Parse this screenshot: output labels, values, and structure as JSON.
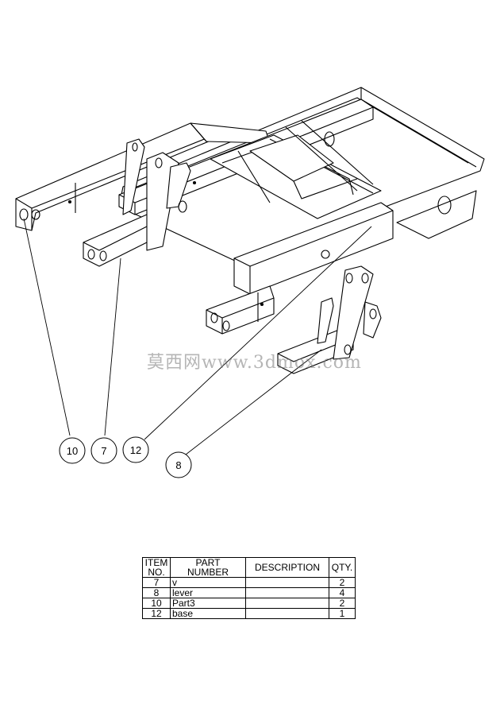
{
  "watermark": "莫西网www.3dmox.com",
  "balloons": [
    {
      "label": "10"
    },
    {
      "label": "7"
    },
    {
      "label": "12"
    },
    {
      "label": "8"
    }
  ],
  "bom": {
    "headers": {
      "item_line1": "ITEM",
      "item_line2": "NO.",
      "part_line1": "PART",
      "part_line2": "NUMBER",
      "description": "DESCRIPTION",
      "qty": "QTY."
    },
    "rows": [
      {
        "item": "7",
        "part": "v",
        "description": "",
        "qty": "2"
      },
      {
        "item": "8",
        "part": "lever",
        "description": "",
        "qty": "4"
      },
      {
        "item": "10",
        "part": "Part3",
        "description": "",
        "qty": "2"
      },
      {
        "item": "12",
        "part": "base",
        "description": "",
        "qty": "1"
      }
    ]
  }
}
